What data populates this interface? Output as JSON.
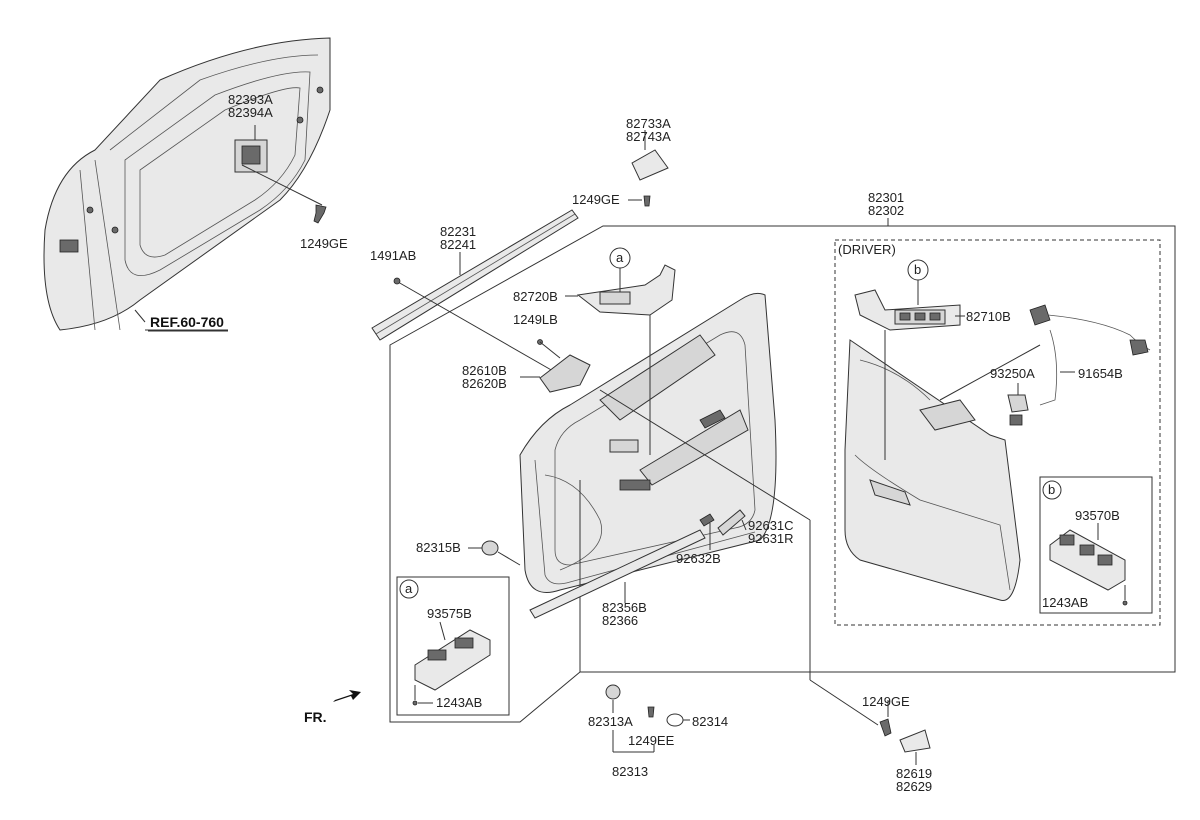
{
  "labels": {
    "p82393a": "82393A",
    "p82394a": "82394A",
    "p1249ge_a": "1249GE",
    "ref": "REF.60-760",
    "p82733a": "82733A",
    "p82743a": "82743A",
    "p1249ge_b": "1249GE",
    "p82231": "82231",
    "p82241": "82241",
    "p1491ab": "1491AB",
    "p82720b": "82720B",
    "p1249lb": "1249LB",
    "p82610b": "82610B",
    "p82620b": "82620B",
    "p82301": "82301",
    "p82302": "82302",
    "driver": "(DRIVER)",
    "p82710b": "82710B",
    "p93250a": "93250A",
    "p91654b": "91654B",
    "p93570b": "93570B",
    "p1243ab_b": "1243AB",
    "p82315b": "82315B",
    "p92631c": "92631C",
    "p92631r": "92631R",
    "p92632b": "92632B",
    "p82356b": "82356B",
    "p82366": "82366",
    "p93575b": "93575B",
    "p1243ab_a": "1243AB",
    "fr": "FR.",
    "p82313a": "82313A",
    "p82314": "82314",
    "p1249ee": "1249EE",
    "p82313": "82313",
    "p1249ge_c": "1249GE",
    "p82619": "82619",
    "p82629": "82629",
    "callout_a": "a",
    "callout_b": "b"
  }
}
